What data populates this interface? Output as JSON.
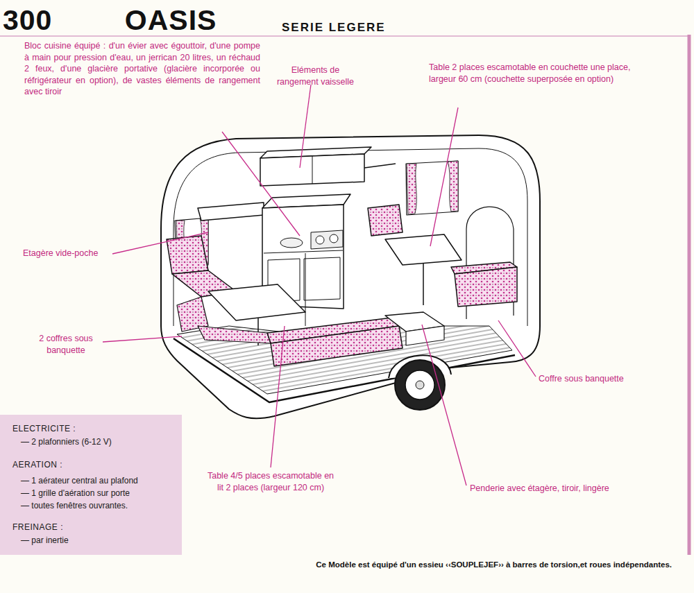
{
  "diagram": {
    "title": "300 OASIS",
    "caption": "Ce Modèle est équipé d'un essieu ‹‹SOUPLEJEF›› à barres de torsion,et roues indépendantes.",
    "nodes": [
      {
        "text": [
          "ELECTRICITE :",
          "— 2 plafonniers (6-12 V)",
          "AERATION :",
          "— 1 aérateur central au plafond",
          "— 1 grille d'aération sur porte",
          "— toutes fenêtres ouvrantes.",
          "FREINAGE :",
          "— par inertie"
        ]
      }
    ],
    "labels": [
      "Bloc cuisine équipé : d'un évier avec égouttoir, d'une pompe à main pour pression d'eau, un jerrican 20 litres, un réchaud 2 feux, d'une glacière portative (glacière incorporée ou réfrigérateur en option), de vastes éléments de rangement avec tiroir",
      "Eléments de rangement vaisselle",
      "Table 2 places escamotable en couchette une place, largeur 60 cm (couchette superposée en option)",
      "Etagère vide-poche",
      "2 coffres sous banquette",
      "Coffre sous banquette",
      "Table 4/5 places escamotable en lit 2 places (largeur 120 cm)",
      "Penderie avec étagère, tiroir, lingère",
      "SERIE LEGERE"
    ]
  }
}
